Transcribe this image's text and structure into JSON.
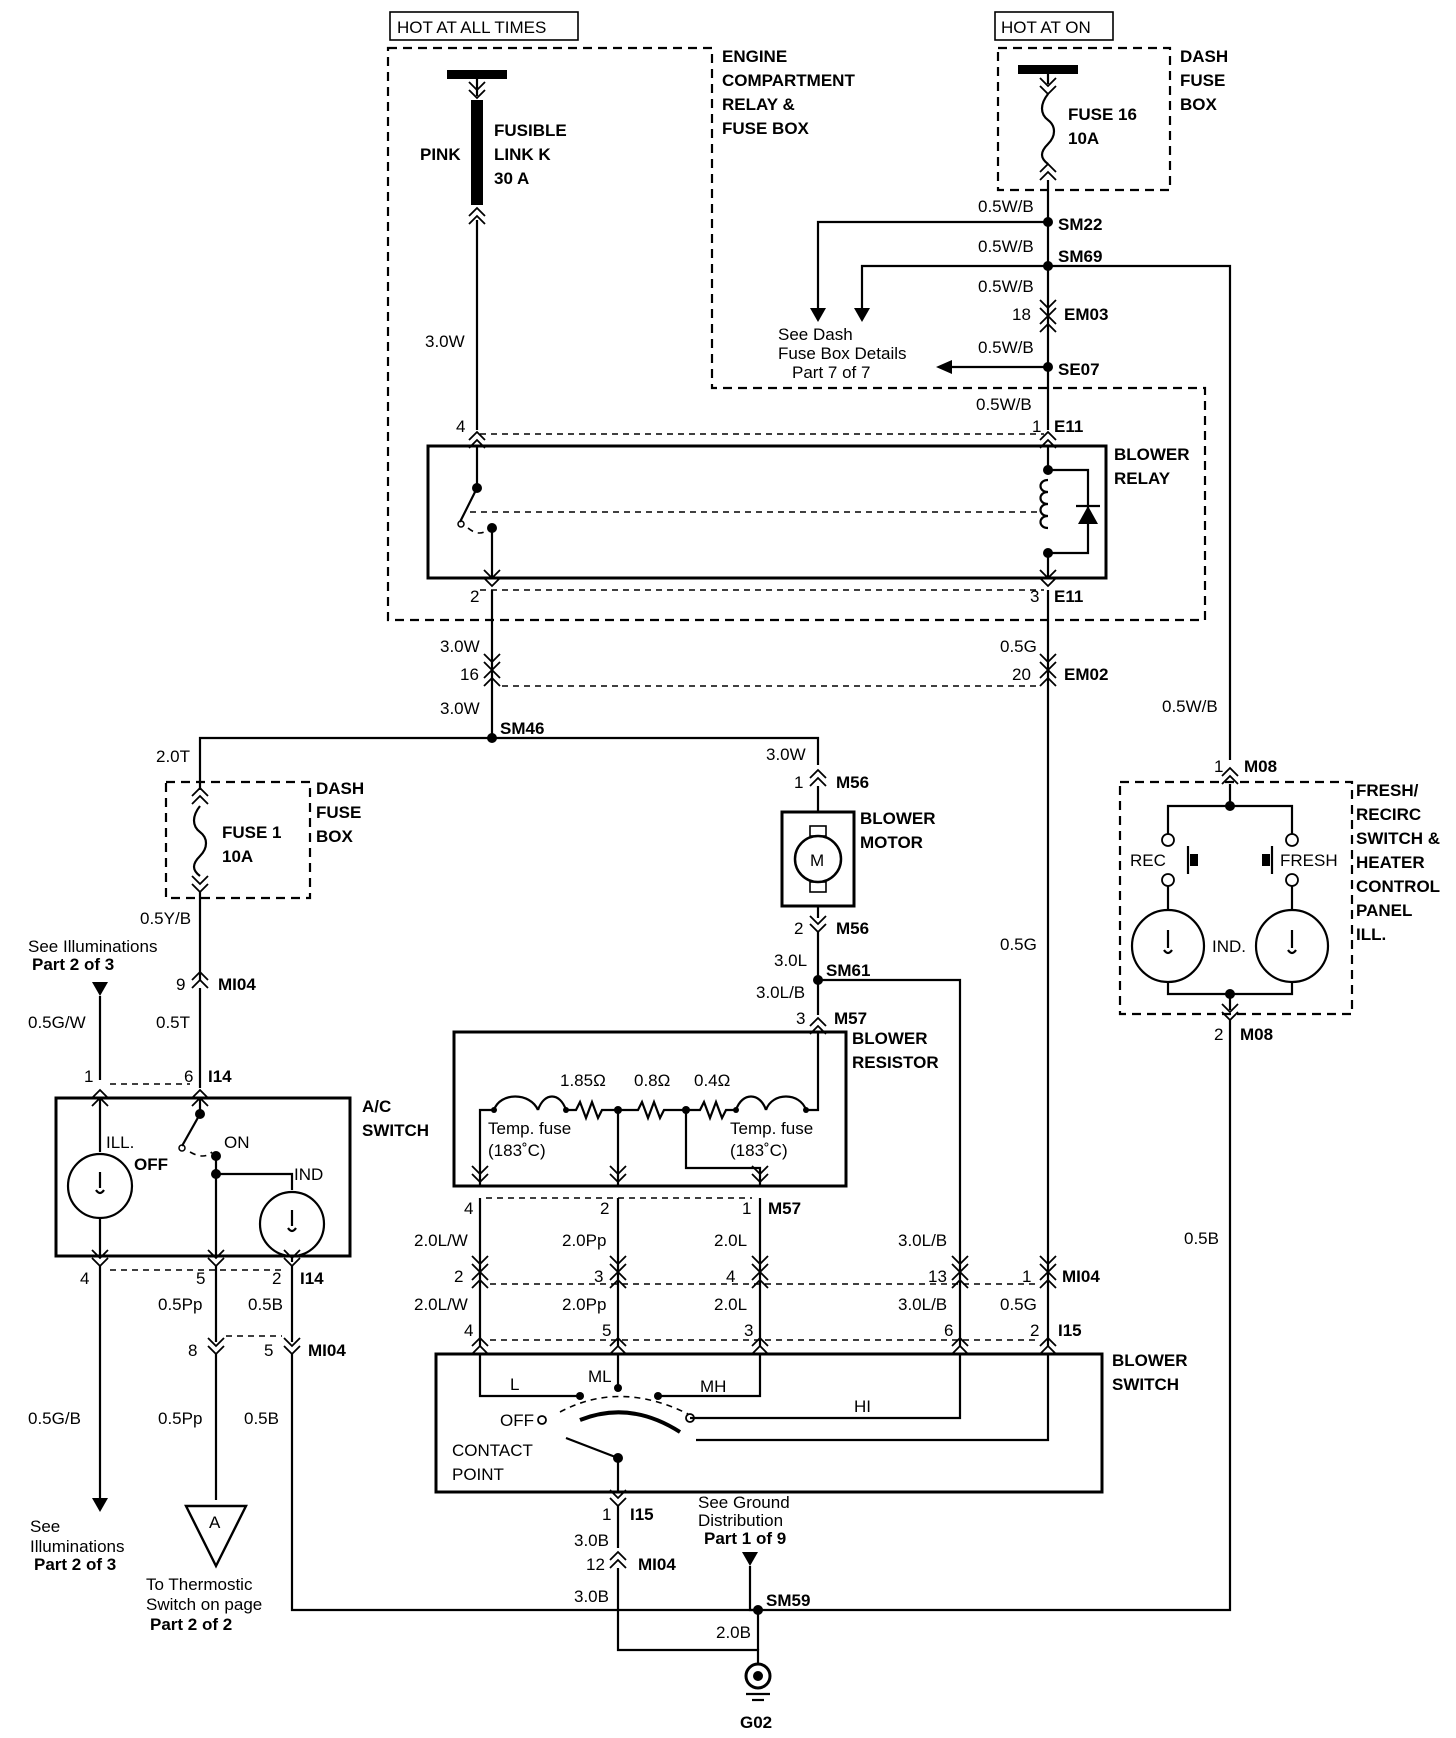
{
  "sources": {
    "hot_at_all_times": "HOT AT ALL TIMES",
    "hot_at_on": "HOT AT ON"
  },
  "engine_box": {
    "label_lines": [
      "ENGINE",
      "COMPARTMENT",
      "RELAY &",
      "FUSE BOX"
    ]
  },
  "dash_fuse_box_top": {
    "label_lines": [
      "DASH",
      "FUSE",
      "BOX"
    ],
    "fuse_lines": [
      "FUSE 16",
      "10A"
    ]
  },
  "fusible_link": {
    "color": "PINK",
    "label_lines": [
      "FUSIBLE",
      "LINK K",
      "30 A"
    ]
  },
  "top_right": {
    "wire1": "0.5W/B",
    "sm22": "SM22",
    "wire2": "0.5W/B",
    "sm69": "SM69",
    "wire3": "0.5W/B",
    "em03_pin": "18",
    "em03": "EM03",
    "wire4": "0.5W/B",
    "se07": "SE07",
    "wire5": "0.5W/B",
    "see_dash_lines": [
      "See Dash",
      "Fuse Box Details",
      "Part 7 of 7"
    ]
  },
  "left_wire": {
    "top": "3.0W"
  },
  "blower_relay": {
    "label_lines": [
      "BLOWER",
      "RELAY"
    ],
    "pin4": "4",
    "pin1": "1",
    "pin2": "2",
    "pin3": "3",
    "e11_top": "E11",
    "e11_bottom": "E11"
  },
  "em02": {
    "left_wire": "3.0W",
    "left_pin": "16",
    "right_wire": "0.5G",
    "right_pin": "20",
    "code": "EM02"
  },
  "sm46": {
    "wire_below": "3.0W",
    "code": "SM46",
    "left_wire": "2.0T",
    "right_wire": "3.0W"
  },
  "dash_fuse_box_left": {
    "label_lines": [
      "DASH",
      "FUSE",
      "BOX"
    ],
    "fuse_lines": [
      "FUSE 1",
      "10A"
    ]
  },
  "blower_motor": {
    "pin_top": "1",
    "m56_top": "M56",
    "label_lines": [
      "BLOWER",
      "MOTOR"
    ],
    "motor": "M",
    "pin_bottom": "2",
    "m56_bottom": "M56"
  },
  "sm61": {
    "wire_above": "3.0L",
    "code": "SM61",
    "wire_below": "3.0L/B"
  },
  "blower_resistor": {
    "pin3": "3",
    "m57_top": "M57",
    "label_lines": [
      "BLOWER",
      "RESISTOR"
    ],
    "r1": "1.85Ω",
    "r2": "0.8Ω",
    "r3": "0.4Ω",
    "temp_fuse_left": [
      "Temp. fuse",
      "(183˚C)"
    ],
    "temp_fuse_right": [
      "Temp. fuse",
      "(183˚C)"
    ],
    "pin4": "4",
    "pin2": "2",
    "pin1": "1",
    "m57_bottom": "M57"
  },
  "fresh_recirc": {
    "wire_in": "0.5W/B",
    "pin1": "1",
    "m08_top": "M08",
    "label_lines": [
      "FRESH/",
      "RECIRC",
      "SWITCH &",
      "HEATER",
      "CONTROL",
      "PANEL",
      "ILL."
    ],
    "rec": "REC",
    "fresh": "FRESH",
    "ind": "IND.",
    "pin2": "2",
    "m08_bottom": "M08",
    "wire_out": "0.5B"
  },
  "left_section": {
    "see_illum_top": [
      "See Illuminations",
      "Part 2 of 3"
    ],
    "wire_05gw": "0.5G/W",
    "wire_05yb": "0.5Y/B",
    "mi04_pin": "9",
    "mi04": "MI04",
    "wire_05t": "0.5T",
    "i14_pin1": "1",
    "i14_pin6": "6",
    "i14_top": "I14"
  },
  "ac_switch": {
    "label_lines": [
      "A/C",
      "SWITCH"
    ],
    "ill": "ILL.",
    "off": "OFF",
    "on": "ON",
    "ind": "IND",
    "pin4": "4",
    "pin5": "5",
    "pin2": "2",
    "i14_bottom": "I14"
  },
  "below_ac": {
    "w_05pp": "0.5Pp",
    "w_05b": "0.5B",
    "mi04_pin8": "8",
    "mi04_pin5": "5",
    "mi04": "MI04",
    "w_05gb": "0.5G/B",
    "w_05pp2": "0.5Pp",
    "w_05b2": "0.5B",
    "see_illum_bottom": [
      "See",
      "Illuminations",
      "Part 2 of 3"
    ],
    "conn_a": "A",
    "thermo": [
      "To Thermostic",
      "Switch on page",
      "Part 2 of 2"
    ]
  },
  "mid_wires": {
    "w1": "2.0L/W",
    "w2": "2.0Pp",
    "w3": "2.0L",
    "w4": "3.0L/B",
    "w5": "0.5G",
    "mi04_p2": "2",
    "mi04_p3": "3",
    "mi04_p4": "4",
    "mi04_p13": "13",
    "mi04_p1": "1",
    "mi04": "MI04",
    "w1b": "2.0L/W",
    "w2b": "2.0Pp",
    "w3b": "2.0L",
    "w4b": "3.0L/B",
    "w5b": "0.5G",
    "i15_p4": "4",
    "i15_p5": "5",
    "i15_p3": "3",
    "i15_p6": "6",
    "i15_p2": "2",
    "i15": "I15"
  },
  "blower_switch": {
    "label_lines": [
      "BLOWER",
      "SWITCH"
    ],
    "l": "L",
    "ml": "ML",
    "mh": "MH",
    "hi": "HI",
    "off": "OFF",
    "contact_lines": [
      "CONTACT",
      "POINT"
    ]
  },
  "bottom": {
    "i15_pin": "1",
    "i15": "I15",
    "w_30b": "3.0B",
    "mi04_pin": "12",
    "mi04": "MI04",
    "w_30b2": "3.0B",
    "see_ground": [
      "See Ground",
      "Distribution",
      "Part 1 of 9"
    ],
    "sm59": "SM59",
    "w_20b": "2.0B",
    "g02": "G02"
  },
  "right_long": {
    "w_05wb": "0.5W/B",
    "w_05g": "0.5G"
  }
}
